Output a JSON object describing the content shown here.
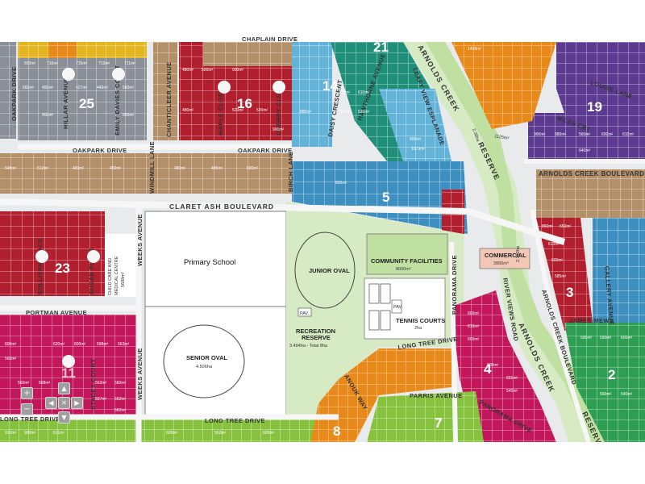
{
  "roads": {
    "oakpark_drive_v": "OAKPARK DRIVE",
    "oakpark_drive_h1": "OAKPARK DRIVE",
    "oakpark_drive_h2": "OAKPARK DRIVE",
    "hillar_avenue": "HILLAR AVENUE",
    "emily_davies_court": "EMILY DAVIES COURT",
    "chanticleer_avenue": "CHANTICLEER AVENUE",
    "maple_close": "MAPLE CLOSE",
    "cherry_close": "CHERRY CLOSE",
    "daisy_crescent": "DAISY CRESCENT",
    "hawthorne_avenue": "HAWTHORNE AVENUE",
    "leafy_view_esplanade": "LEAFY VIEW ESPLANADE",
    "windmill_lane": "WINDMILL LANE",
    "birch_lane": "BIRCH LANE",
    "claret_ash_boulevard": "CLARET ASH BOULEVARD",
    "weeks_avenue_1": "WEEKS AVENUE",
    "weeks_avenue_2": "WEEKS AVENUE",
    "sullivan_place": "SULLIVAN PLACE",
    "susan_place": "SUSAN PLACE",
    "portman_avenue": "PORTMAN AVENUE",
    "long_tree_drive_1": "LONG TREE DRIVE",
    "long_tree_drive_2": "LONG TREE DRIVE",
    "long_tree_drive_3": "LONG TREE DRIVE",
    "stacey_court": "STACEY COURT",
    "panorama_drive_1": "PANORAMA DRIVE",
    "panorama_drive_2": "PANORAMA DRIVE",
    "river_views_road": "RIVER VIEWS ROAD",
    "parris_avenue": "PARRIS AVENUE",
    "anouk_way": "ANOUK WAY",
    "arnolds_creek_boulevard_1": "ARNOLDS CREEK BOULEVARD",
    "arnolds_creek_boulevard_2": "ARNOLDS CREEK BOULEVARD",
    "gallery_avenue": "GALLERY AVENUE",
    "james_mews": "JAMES MEWS",
    "louise_lane": "LOUISE LANE",
    "miles_crt": "MILES CRT",
    "arnolds_creek_1": "ARNOLDS CREEK",
    "arnolds_creek_2": "ARNOLDS CREEK",
    "reserve_1": "RESERVE",
    "reserve_2": "RESERVE",
    "chaplain_drive": "CHAPLAIN DRIVE"
  },
  "facilities": {
    "primary_school": "Primary School",
    "child_care": "CHILD CARE AND",
    "medical_centre": "MEDICAL CENTRE",
    "child_care_area": "5688m²",
    "senior_oval": "SENIOR OVAL",
    "senior_oval_area": "4.506ha",
    "junior_oval": "JUNIOR OVAL",
    "recreation_reserve": "RECREATION",
    "recreation_reserve_2": "RESERVE",
    "recreation_area": "3.494ha - Total 8ha",
    "pav_1": "PAV.",
    "pav_2": "PAV.",
    "community_facilities": "COMMUNITY FACILITIES",
    "community_area": "8000m²",
    "tennis_courts": "TENNIS COURTS",
    "tennis_area": "2ha",
    "commercial": "COMMERCIAL",
    "commercial_area": "2860m²",
    "reserve_area_1": "2.38ha",
    "reserve_area_2": "2.752ha",
    "reserve_area_3": "1125m²"
  },
  "stages": [
    "25",
    "16",
    "14",
    "21",
    "19",
    "5",
    "23",
    "3",
    "4",
    "11",
    "2",
    "8",
    "7"
  ],
  "lot_areas": {
    "row_oakpark": [
      "553m²",
      "716m²",
      "715m²",
      "713m²",
      "711m²"
    ],
    "row_block25": [
      "560m²",
      "490m²",
      "427m²",
      "449m²",
      "560m²",
      "400m²",
      "500m²"
    ],
    "row_block16": [
      "480m²",
      "500m²",
      "900m²",
      "480m²",
      "520m²",
      "520m²",
      "900m²"
    ],
    "row_claret": [
      "548m²",
      "512m²",
      "483m²",
      "450m²",
      "480m²",
      "486m²",
      "600m²",
      "800m²"
    ],
    "row_portman": [
      "600m²",
      "620m²",
      "600m²",
      "598m²",
      "563m²",
      "560m²"
    ],
    "row_block11": [
      "560m²",
      "568m²",
      "563m²",
      "560m²",
      "557m²",
      "562m²",
      "562m²"
    ],
    "row_block19": [
      "900m²",
      "880m²",
      "560m²",
      "600m²",
      "610m²",
      "640m²"
    ],
    "row_hawthorne": [
      "880m²",
      "700m²",
      "530m²",
      "700m²",
      "610m²",
      "1073m²",
      "806m²",
      "1498m²"
    ],
    "row_panorama": [
      "600m²",
      "610m²",
      "600m²",
      "600m²",
      "601m²",
      "540m²"
    ],
    "row_block3": [
      "860m²",
      "650m²",
      "610m²",
      "600m²",
      "585m²"
    ],
    "row_block2": [
      "500m²",
      "590m²",
      "600m²",
      "560m²",
      "640m²"
    ],
    "row_bottom": [
      "910m²",
      "900m²",
      "611m²",
      "600m²",
      "562m²",
      "600m²"
    ]
  },
  "zoom_controls": {
    "zoom_in": "+",
    "zoom_out": "−",
    "pan_up": "▲",
    "pan_down": "▼",
    "pan_left": "◀",
    "pan_right": "▶",
    "reset": "✕"
  },
  "colors": {
    "stage_red": "#b11e2e",
    "stage_blue": "#3d8fc0",
    "stage_pink": "#c2185b",
    "stage_orange": "#e88a1a",
    "stage_green": "#2e9e52",
    "stage_lime": "#86c23d",
    "stage_purple": "#5b3a8f",
    "stage_grey": "#8a8f98",
    "stage_tan": "#b4906a",
    "reserve_green": "#d6ebc4",
    "creek_green": "#bfe0a0"
  }
}
